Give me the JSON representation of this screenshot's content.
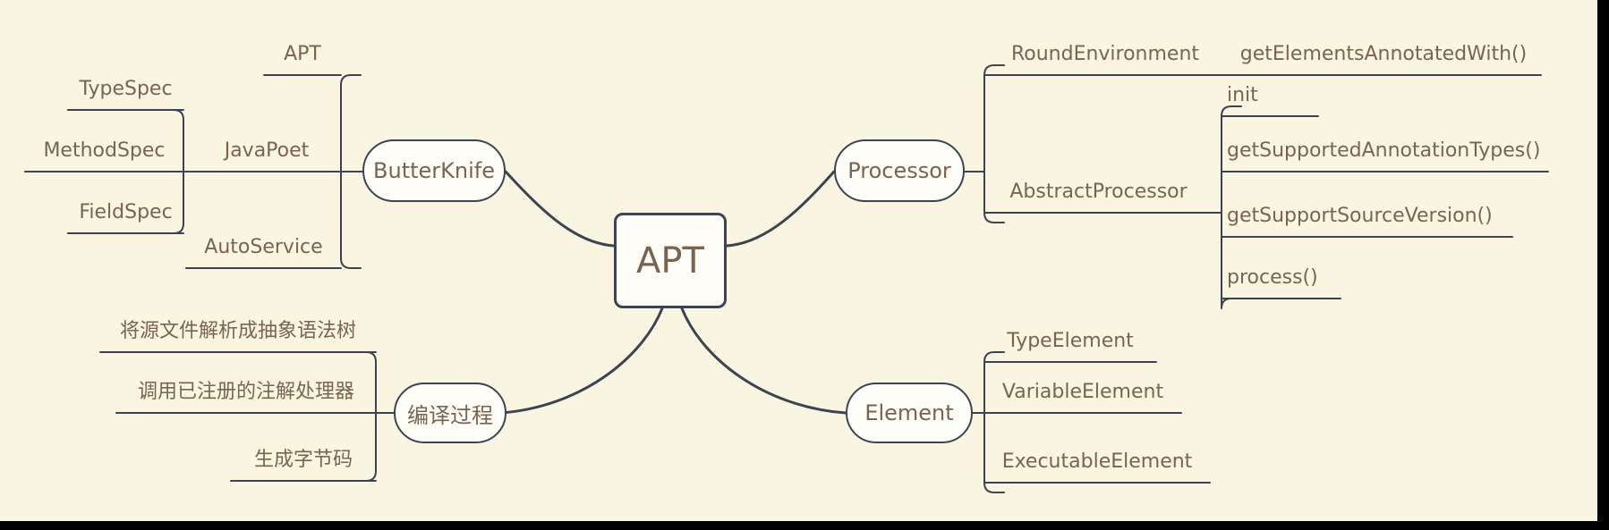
{
  "diagram": {
    "title": "APT",
    "type": "mindmap",
    "background_color": "#faf5e0",
    "text_color": "#7a6450",
    "line_color": "#3a4452",
    "node_fill": "#fffdf7",
    "border_color": "#000000"
  },
  "root": {
    "label": "APT"
  },
  "branches": [
    {
      "label": "ButterKnife",
      "side": "left-top",
      "children": [
        {
          "label": "JavaPoet",
          "children": [
            {
              "label": "TypeSpec"
            },
            {
              "label": "MethodSpec"
            },
            {
              "label": "FieldSpec"
            }
          ]
        },
        {
          "label": "APT",
          "children": []
        },
        {
          "label": "AutoService",
          "children": []
        }
      ]
    },
    {
      "label": "Processor",
      "side": "right-top",
      "children": [
        {
          "label": "RoundEnvironment",
          "children": [
            {
              "label": "getElementsAnnotatedWith()"
            }
          ]
        },
        {
          "label": "AbstractProcessor",
          "children": [
            {
              "label": "init"
            },
            {
              "label": "getSupportedAnnotationTypes()"
            },
            {
              "label": "getSupportSourceVersion()"
            },
            {
              "label": "process()"
            }
          ]
        }
      ]
    },
    {
      "label": "编译过程",
      "side": "left-bottom",
      "children": [
        {
          "label": "将源文件解析成抽象语法树"
        },
        {
          "label": "调用已注册的注解处理器"
        },
        {
          "label": "生成字节码"
        }
      ]
    },
    {
      "label": "Element",
      "side": "right-bottom",
      "children": [
        {
          "label": "TypeElement"
        },
        {
          "label": "VariableElement"
        },
        {
          "label": "ExecutableElement"
        }
      ]
    }
  ],
  "labels": {
    "root": "APT",
    "butterknife": "ButterKnife",
    "apt_sub": "APT",
    "javapoet": "JavaPoet",
    "autoservice": "AutoService",
    "typespec": "TypeSpec",
    "methodspec": "MethodSpec",
    "fieldspec": "FieldSpec",
    "processor": "Processor",
    "roundenvironment": "RoundEnvironment",
    "getelementsannotatedwith": "getElementsAnnotatedWith()",
    "abstractprocessor": "AbstractProcessor",
    "init": "init",
    "getsupportedannotationtypes": "getSupportedAnnotationTypes()",
    "getsupportsourceversion": "getSupportSourceVersion()",
    "process": "process()",
    "compile": "编译过程",
    "compile_step1": "将源文件解析成抽象语法树",
    "compile_step2": "调用已注册的注解处理器",
    "compile_step3": "生成字节码",
    "element": "Element",
    "typeelement": "TypeElement",
    "variableelement": "VariableElement",
    "executableelement": "ExecutableElement"
  }
}
